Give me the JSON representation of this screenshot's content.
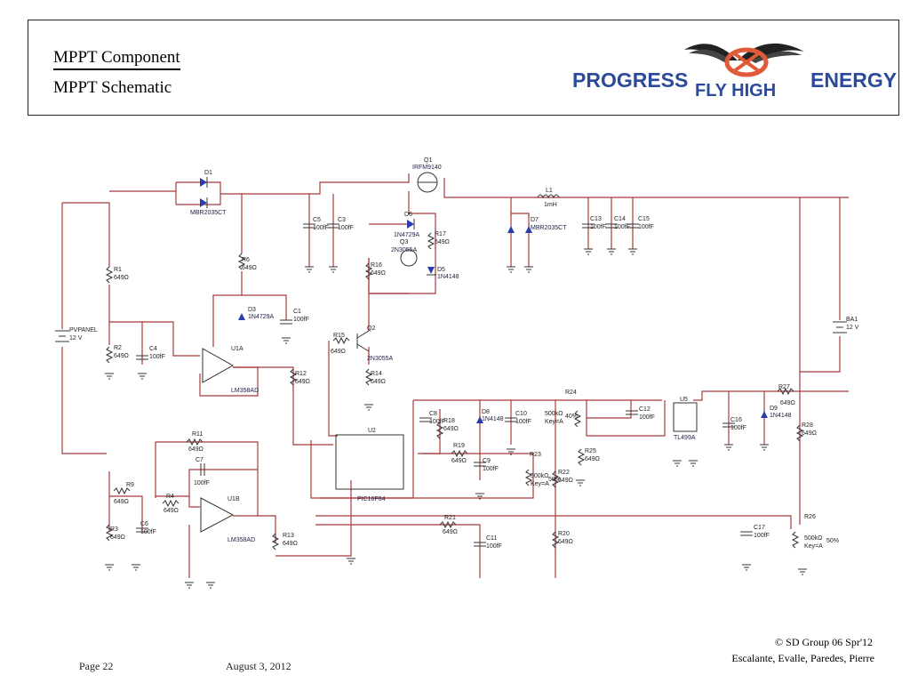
{
  "header": {
    "title": "MPPT Component",
    "subtitle": "MPPT Schematic",
    "logo_left": "PROGRESS",
    "logo_mid": "FLY HIGH",
    "logo_right": "ENERGY"
  },
  "colors": {
    "wire": "#a83a3a",
    "logo_blue": "#2a4a9a",
    "logo_red": "#e05a3a"
  },
  "components": {
    "q1": {
      "ref": "Q1",
      "part": "IRFM9140"
    },
    "d1": {
      "ref": "D1",
      "part": "MBR2035CT"
    },
    "d6": {
      "ref": "D6",
      "part": "1N4729A"
    },
    "q3": {
      "ref": "Q3",
      "part": "2N3055A"
    },
    "r17": {
      "ref": "R17",
      "value": "649Ω"
    },
    "d5": {
      "ref": "D5",
      "part": "1N4148"
    },
    "r16": {
      "ref": "R16",
      "value": "649Ω"
    },
    "l1": {
      "ref": "L1",
      "value": "1mH"
    },
    "d7": {
      "ref": "D7",
      "part": "MBR2035CT"
    },
    "c13": {
      "ref": "C13",
      "value": "100fF"
    },
    "c14": {
      "ref": "C14",
      "value": "100fF"
    },
    "c15": {
      "ref": "C15",
      "value": "100fF"
    },
    "c5": {
      "ref": "C5",
      "value": "100fF"
    },
    "c3": {
      "ref": "C3",
      "value": "100fF"
    },
    "r1": {
      "ref": "R1",
      "value": "649Ω"
    },
    "r6": {
      "ref": "R6",
      "value": "649Ω"
    },
    "d3": {
      "ref": "D3",
      "part": "1N4729A"
    },
    "c1": {
      "ref": "C1",
      "value": "100fF"
    },
    "pvpanel": {
      "ref": "PVPANEL",
      "value": "12 V"
    },
    "r2": {
      "ref": "R2",
      "value": "649Ω"
    },
    "c4": {
      "ref": "C4",
      "value": "100fF"
    },
    "u1a": {
      "ref": "U1A",
      "part": "LM358AD"
    },
    "r12": {
      "ref": "R12",
      "value": "649Ω"
    },
    "r15": {
      "ref": "R15",
      "value": "649Ω"
    },
    "q2": {
      "ref": "Q2",
      "part": "2N3055A"
    },
    "r14": {
      "ref": "R14",
      "value": "649Ω"
    },
    "ba1": {
      "ref": "BA1",
      "value": "12 V"
    },
    "r24": {
      "ref": "R24",
      "value": "500kΩ",
      "key": "Key=A",
      "pct": "40%"
    },
    "u5": {
      "ref": "U5",
      "part": "TL499A"
    },
    "r27": {
      "ref": "R27",
      "value": "649Ω"
    },
    "c8": {
      "ref": "C8",
      "value": "100fF"
    },
    "r18": {
      "ref": "R18",
      "value": "649Ω"
    },
    "d8": {
      "ref": "D8",
      "part": "1N4148"
    },
    "c10": {
      "ref": "C10",
      "value": "100fF"
    },
    "c12": {
      "ref": "C12",
      "value": "100fF"
    },
    "c16": {
      "ref": "C16",
      "value": "100fF"
    },
    "d9": {
      "ref": "D9",
      "part": "1N4148"
    },
    "r28": {
      "ref": "R28",
      "value": "649Ω"
    },
    "r11": {
      "ref": "R11",
      "value": "649Ω"
    },
    "c7": {
      "ref": "C7",
      "value": "100fF"
    },
    "u2": {
      "ref": "U2",
      "part": "PIC16F84"
    },
    "r19": {
      "ref": "R19",
      "value": "649Ω"
    },
    "c9": {
      "ref": "C9",
      "value": "100fF"
    },
    "r23": {
      "ref": "R23",
      "value": "500kΩ",
      "key": "Key=A",
      "pct": "50%"
    },
    "r22": {
      "ref": "R22",
      "value": "649Ω"
    },
    "r25": {
      "ref": "R25",
      "value": "649Ω"
    },
    "r9": {
      "ref": "R9",
      "value": "649Ω"
    },
    "r4": {
      "ref": "R4",
      "value": "649Ω"
    },
    "u1b": {
      "ref": "U1B",
      "part": "LM358AD"
    },
    "r3": {
      "ref": "R3",
      "value": "649Ω"
    },
    "c6": {
      "ref": "C6",
      "value": "100fF"
    },
    "r13": {
      "ref": "R13",
      "value": "649Ω"
    },
    "r21": {
      "ref": "R21",
      "value": "649Ω"
    },
    "c11": {
      "ref": "C11",
      "value": "100fF"
    },
    "r20": {
      "ref": "R20",
      "value": "649Ω"
    },
    "c17": {
      "ref": "C17",
      "value": "100fF"
    },
    "r26": {
      "ref": "R26",
      "value": "500kΩ",
      "key": "Key=A",
      "pct": "50%"
    }
  },
  "footer": {
    "page": "Page 22",
    "date": "August 3, 2012",
    "copyright": "© SD Group 06 Spr'12",
    "authors": "Escalante, Evalle, Paredes, Pierre"
  }
}
